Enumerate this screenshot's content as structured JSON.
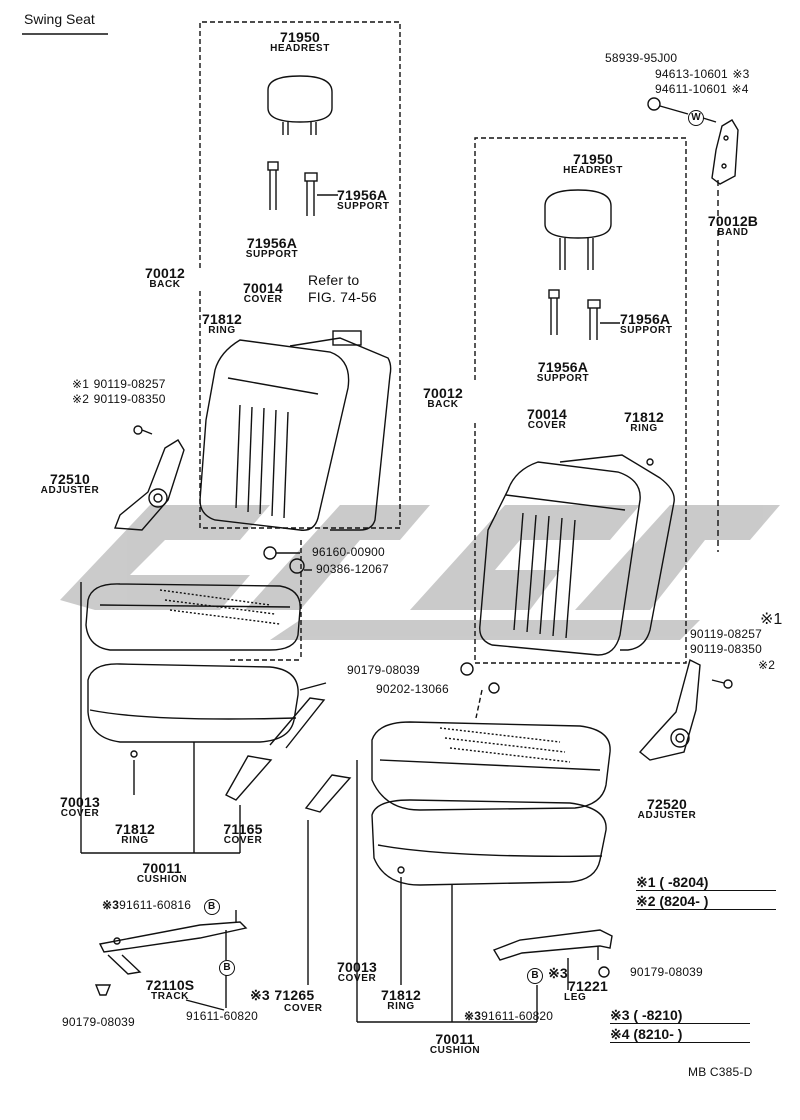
{
  "title": "Swing Seat",
  "footer_code": "MB  C385-D",
  "refer": {
    "line1": "Refer to",
    "line2": "FIG. 74-56"
  },
  "left": {
    "headrest": {
      "num": "71950",
      "name": "HEADREST"
    },
    "support_a": {
      "num": "71956A",
      "name": "SUPPORT"
    },
    "support_b": {
      "num": "71956A",
      "name": "SUPPORT"
    },
    "back": {
      "num": "70012",
      "name": "BACK"
    },
    "cover": {
      "num": "70014",
      "name": "COVER"
    },
    "ring": {
      "num": "71812",
      "name": "RING"
    },
    "bolt1": {
      "mark": "※1",
      "num": "90119-08257"
    },
    "bolt2": {
      "mark": "※2",
      "num": "90119-08350"
    },
    "adjuster": {
      "num": "72510",
      "name": "ADJUSTER"
    },
    "nut_a": "96160-00900",
    "nut_b": "90386-12067",
    "cush_cover": {
      "num": "70013",
      "name": "COVER"
    },
    "ring2": {
      "num": "71812",
      "name": "RING"
    },
    "cover2": {
      "num": "71165",
      "name": "COVER"
    },
    "cushion": {
      "num": "70011",
      "name": "CUSHION"
    },
    "rivet": {
      "mark": "※3",
      "num": "91611-60816",
      "circ": "B"
    },
    "track": {
      "num": "72110S",
      "name": "TRACK"
    },
    "nut_c": "90179-08039",
    "rivet2": {
      "num": "91611-60820",
      "circ": "B"
    }
  },
  "right": {
    "screw": "58939-95J00",
    "washer3": {
      "num": "94613-10601",
      "mark": "※3"
    },
    "washer4": {
      "num": "94611-10601",
      "mark": "※4"
    },
    "w_circ": "W",
    "band": {
      "num": "70012B",
      "name": "BAND"
    },
    "headrest": {
      "num": "71950",
      "name": "HEADREST"
    },
    "support_a": {
      "num": "71956A",
      "name": "SUPPORT"
    },
    "support_b": {
      "num": "71956A",
      "name": "SUPPORT"
    },
    "back": {
      "num": "70012",
      "name": "BACK"
    },
    "cover": {
      "num": "70014",
      "name": "COVER"
    },
    "ring": {
      "num": "71812",
      "name": "RING"
    },
    "bolt1_mark": "※1",
    "bolt1": "90119-08257",
    "bolt2": "90119-08350",
    "bolt2_mark": "※2",
    "nut_a": "90179-08039",
    "nut_b": "90202-13066",
    "adjuster": {
      "num": "72520",
      "name": "ADJUSTER"
    },
    "cush_cover": {
      "num": "70013",
      "name": "COVER"
    },
    "cover2": {
      "mark": "※3",
      "num": "71265",
      "name": "COVER"
    },
    "ring2": {
      "num": "71812",
      "name": "RING"
    },
    "rivet": {
      "mark": "※3",
      "num": "91611-60820",
      "circ": "B"
    },
    "cushion": {
      "num": "70011",
      "name": "CUSHION"
    },
    "leg": {
      "mark": "※3",
      "num": "71221",
      "name": "LEG"
    },
    "nut_c": "90179-08039"
  },
  "notes": {
    "n1": "※1 (      -8204)",
    "n2": "※2 (8204-      )",
    "n3": "※3 (      -8210)",
    "n4": "※4 (8210-      )"
  }
}
